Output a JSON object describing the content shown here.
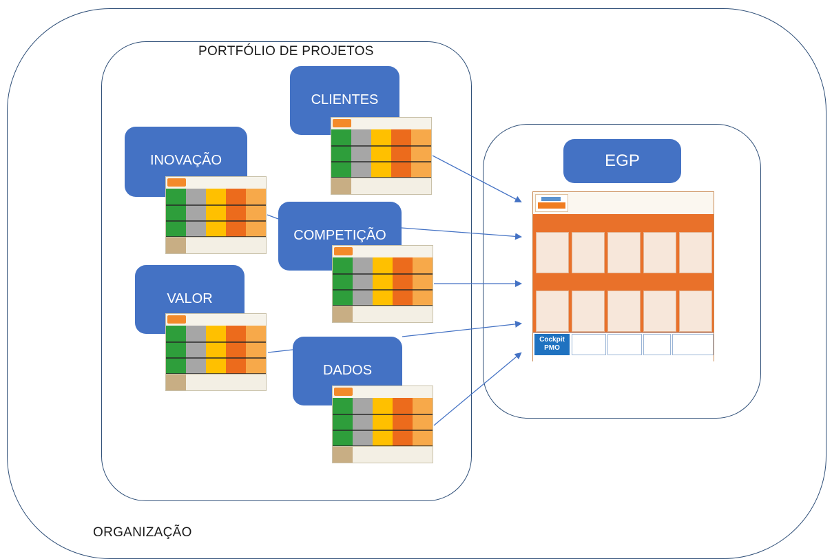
{
  "labels": {
    "organizacao": "ORGANIZAÇÃO",
    "portfolio": "PORTFÓLIO DE PROJETOS"
  },
  "nodes": {
    "clientes": "CLIENTES",
    "inovacao": "INOVAÇÃO",
    "competicao": "COMPETIÇÃO",
    "valor": "VALOR",
    "dados": "DADOS",
    "egp": "EGP"
  },
  "egp_canvas": {
    "cockpit_label": "Cockpit PMO"
  },
  "colors": {
    "box_fill": "#4472c4",
    "container_stroke": "#2f4f78",
    "arrow": "#4472c4",
    "canvas_green": "#2e9e3b",
    "canvas_gray": "#a6a6a6",
    "canvas_yellow": "#ffc000",
    "canvas_orange": "#ec6b1c",
    "canvas_light_orange": "#f7a94a"
  }
}
